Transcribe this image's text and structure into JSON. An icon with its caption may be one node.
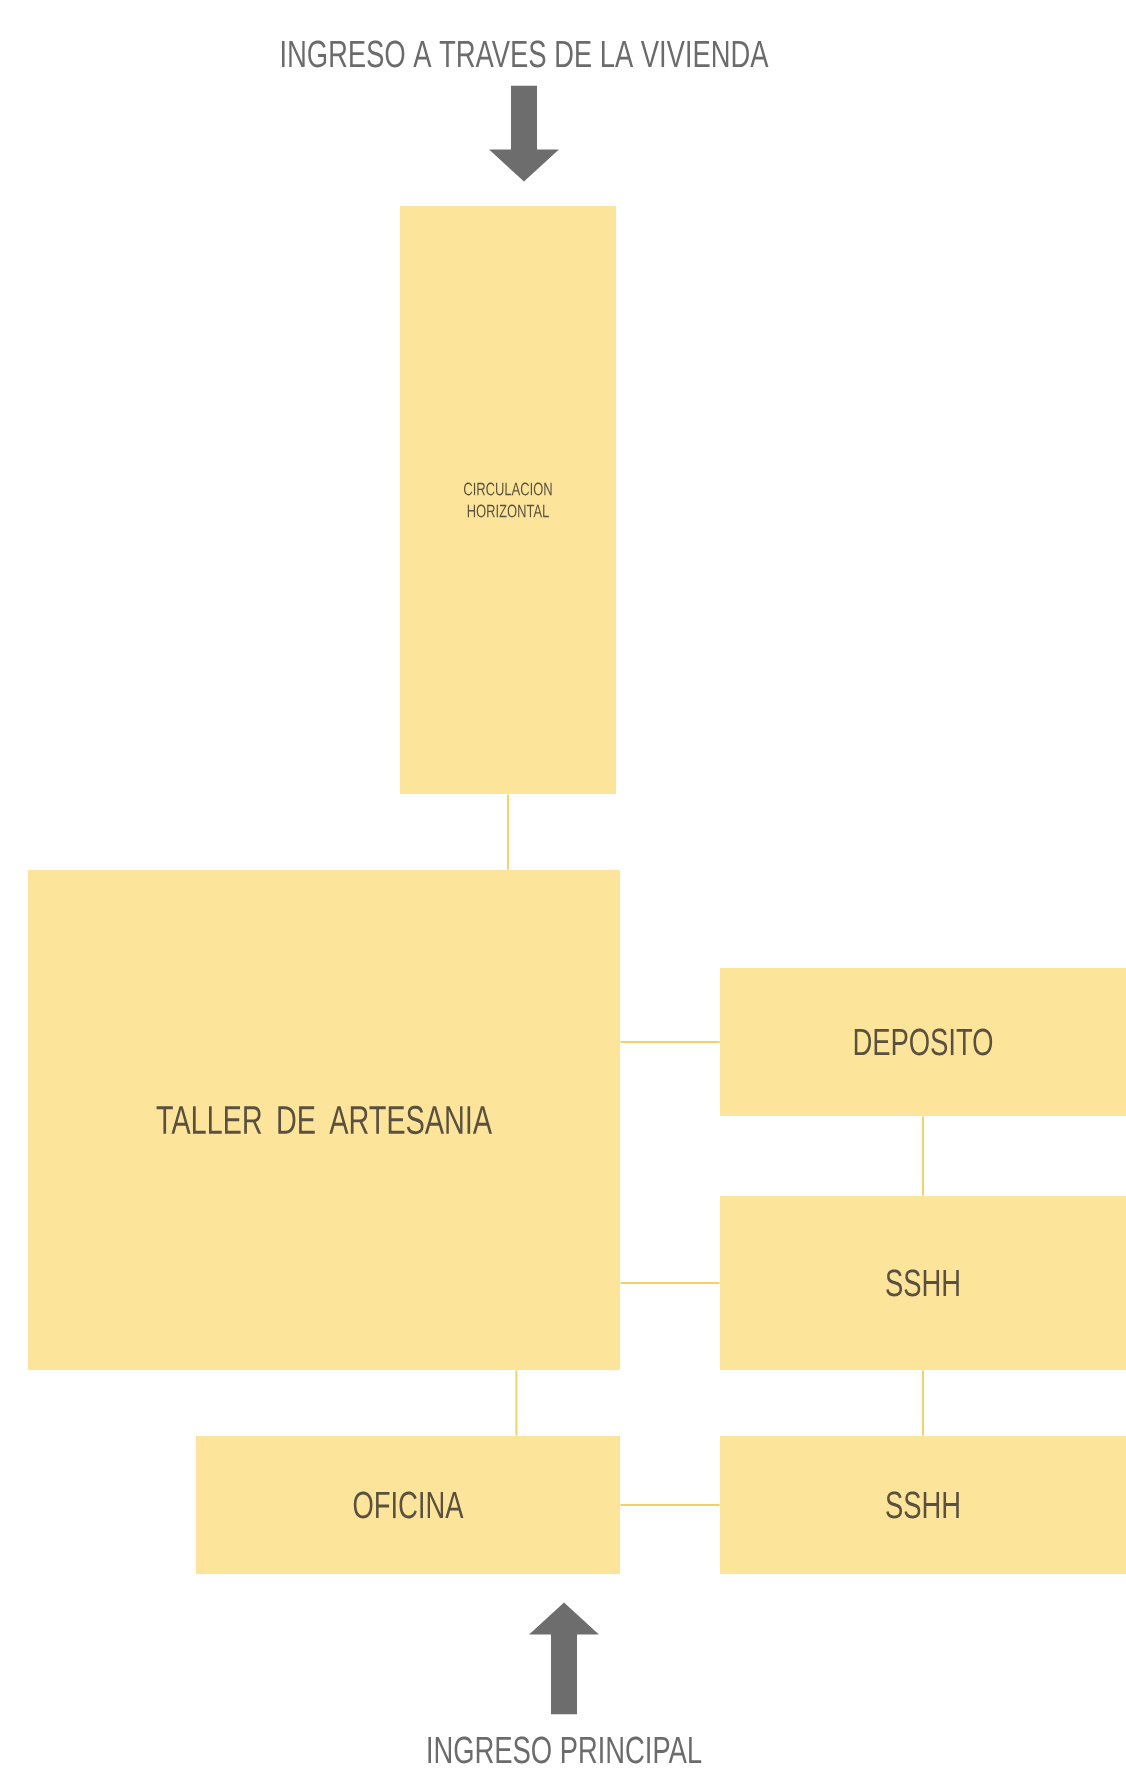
{
  "diagram": {
    "nodes": [
      {
        "text": [
          "INGRESO A TRAVES DE LA VIVIENDA"
        ]
      },
      {
        "text": [
          "CIRCULACION HORIZONTAL"
        ]
      },
      {
        "text": [
          "TALLER DE ARTESANIA"
        ]
      },
      {
        "text": [
          "DEPOSITO"
        ]
      },
      {
        "text": [
          "SSHH"
        ]
      },
      {
        "text": [
          "OFICINA"
        ]
      },
      {
        "text": [
          "SSHH"
        ]
      },
      {
        "text": [
          "INGRESO PRINCIPAL"
        ]
      }
    ],
    "edges": [
      {
        "from": 0,
        "to": 1,
        "arrow": "to",
        "style": "thick",
        "color": "#6d6d6d"
      },
      {
        "from": 1,
        "to": 2,
        "arrow": "none"
      },
      {
        "from": 2,
        "to": 3,
        "arrow": "none"
      },
      {
        "from": 2,
        "to": 4,
        "arrow": "none"
      },
      {
        "from": 2,
        "to": 5,
        "arrow": "none"
      },
      {
        "from": 3,
        "to": 4,
        "arrow": "none"
      },
      {
        "from": 4,
        "to": 6,
        "arrow": "none"
      },
      {
        "from": 5,
        "to": 6,
        "arrow": "none"
      },
      {
        "from": 7,
        "to": 5,
        "arrow": "to",
        "style": "thick",
        "color": "#6d6d6d"
      }
    ]
  }
}
